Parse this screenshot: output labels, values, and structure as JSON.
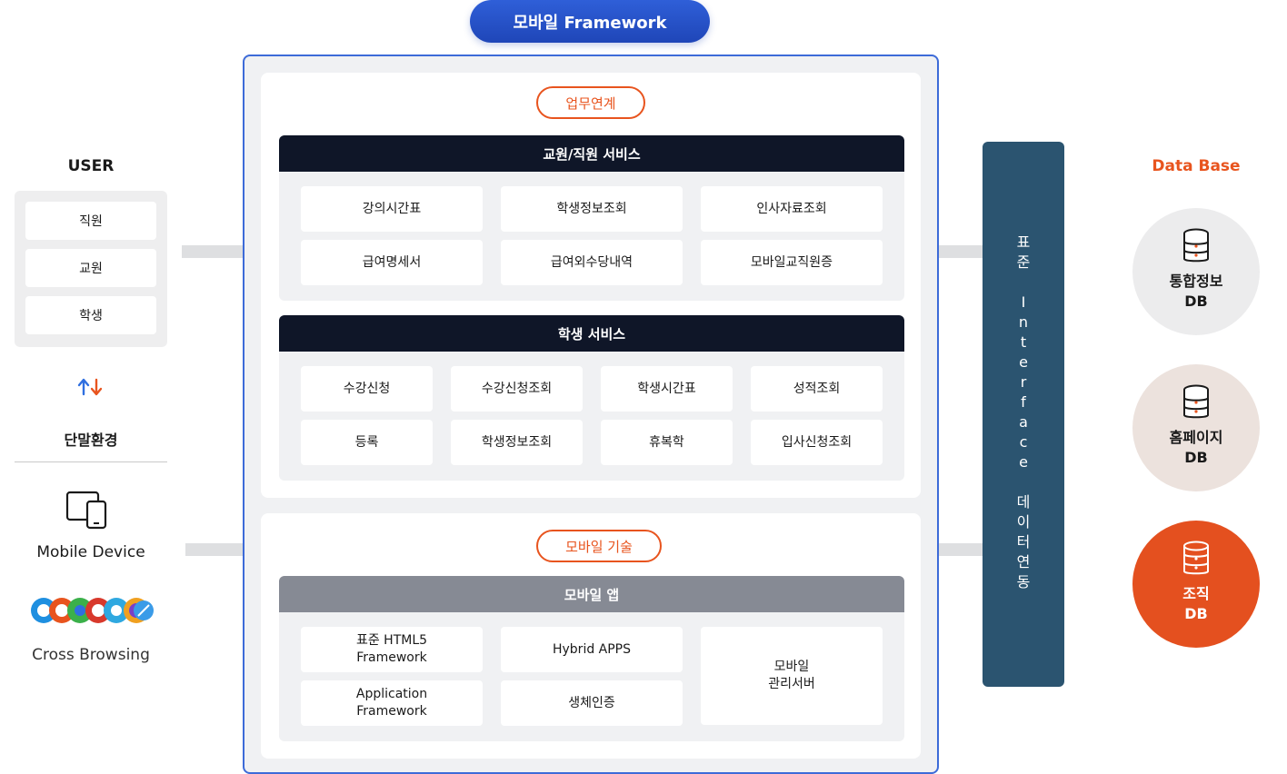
{
  "title": "모바일 Framework",
  "user": {
    "title": "USER",
    "items": [
      "직원",
      "교원",
      "학생"
    ],
    "env_title": "단말환경",
    "device_label": "Mobile Device",
    "browsing_label": "Cross Browsing"
  },
  "business": {
    "badge": "업무연계",
    "staff_service": {
      "title": "교원/직원 서비스",
      "items": [
        "강의시간표",
        "학생정보조회",
        "인사자료조회",
        "급여명세서",
        "급여외수당내역",
        "모바일교직원증"
      ]
    },
    "student_service": {
      "title": "학생 서비스",
      "items": [
        "수강신청",
        "수강신청조회",
        "학생시간표",
        "성적조회",
        "등록",
        "학생정보조회",
        "휴복학",
        "입사신청조회"
      ]
    }
  },
  "tech": {
    "badge": "모바일 기술",
    "app": {
      "title": "모바일 앱",
      "items": [
        "표준 HTML5\nFramework",
        "Hybrid APPS",
        "모바일\n관리서버",
        "Application\nFramework",
        "생체인증"
      ]
    }
  },
  "interface": {
    "chars": [
      "표",
      "준",
      "",
      "I",
      "n",
      "t",
      "e",
      "r",
      "f",
      "a",
      "c",
      "e",
      "",
      "데",
      "이",
      "터",
      "연",
      "동"
    ]
  },
  "database": {
    "title": "Data Base",
    "items": [
      {
        "line1": "통합정보",
        "line2": "DB"
      },
      {
        "line1": "홈페이지",
        "line2": "DB"
      },
      {
        "line1": "조직",
        "line2": "DB"
      }
    ]
  },
  "colors": {
    "frame_blue": "#3d6bd8",
    "accent_orange": "#e8541e",
    "header_dark": "#0f1628",
    "interface_teal": "#2b5470"
  }
}
